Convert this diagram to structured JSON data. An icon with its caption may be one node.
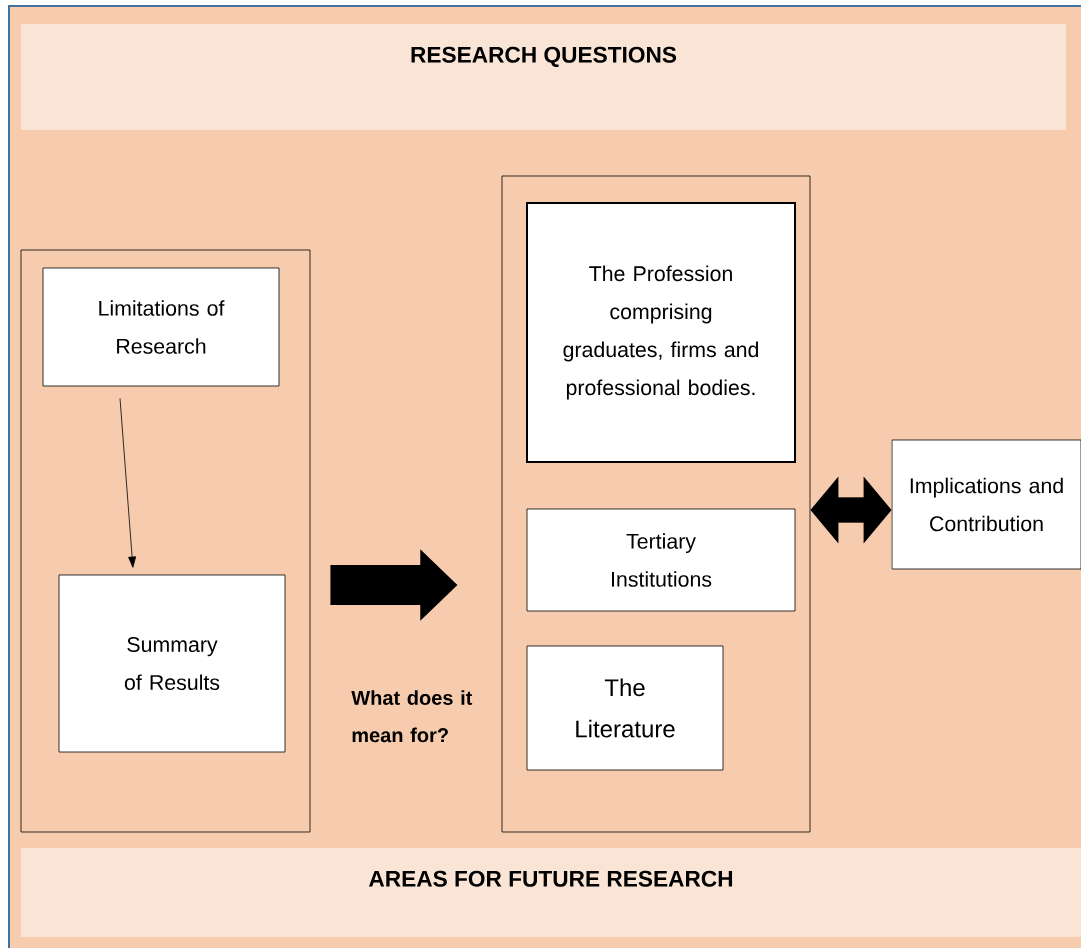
{
  "diagram": {
    "nodes": [
      {
        "text": [
          "RESEARCH QUESTIONS"
        ]
      },
      {
        "text": [],
        "shape": "box"
      },
      {
        "text": [
          "Limitations of Research"
        ],
        "in": 1
      },
      {
        "text": [
          "Summary of Results"
        ],
        "in": 1
      },
      {
        "text": [],
        "shape": "box"
      },
      {
        "text": [
          "The Profession comprising graduates, firms and professional bodies."
        ],
        "in": 4
      },
      {
        "text": [
          "Tertiary Institutions"
        ],
        "in": 4
      },
      {
        "text": [
          "The Literature"
        ],
        "in": 4
      },
      {
        "text": [
          "Implications and Contribution"
        ]
      },
      {
        "text": [
          "AREAS FOR FUTURE RESEARCH"
        ]
      }
    ],
    "edges": [
      {
        "from": 2,
        "to": 3,
        "arrow": "to"
      },
      {
        "from": 1,
        "to": 4,
        "arrow": "to"
      },
      {
        "from": 4,
        "to": 8,
        "arrow": "both"
      }
    ],
    "labels": [
      "What does it mean for?"
    ]
  }
}
